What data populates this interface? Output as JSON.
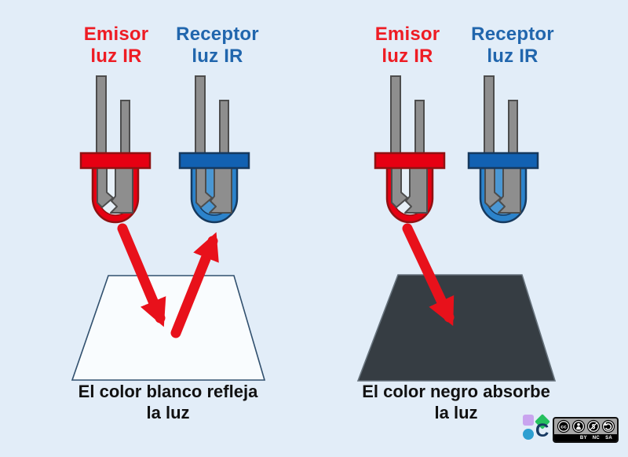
{
  "colors": {
    "background": "#e2edf8",
    "text_red": "#ee1c24",
    "text_blue": "#2166ad",
    "text_black": "#111111",
    "arrow_red": "#e8111b",
    "led_red": "#e60012",
    "led_red_stroke": "#8f1212",
    "led_red_interior": "#e7f0f8",
    "led_blue_flange": "#1261b2",
    "led_blue_dome": "#2c83cb",
    "led_blue_interior": "#4a97d3",
    "led_blue_stroke": "#16395e",
    "led_leg_gray": "#8e8e8e",
    "led_leg_stroke": "#4d4d4d",
    "surface_white_fill": "#f9fcfe",
    "surface_white_stroke": "#31506e",
    "surface_black_fill": "#363d43",
    "surface_black_stroke": "#66727c",
    "logo_purple": "#c9a4ef",
    "logo_green": "#25c05f",
    "logo_blue": "#2d9fd1",
    "logo_navy": "#173a63"
  },
  "panels": [
    {
      "emitter": {
        "line1": "Emisor",
        "line2": "luz IR"
      },
      "receiver": {
        "line1": "Receptor",
        "line2": "luz IR"
      },
      "caption": {
        "line1": "El color blanco refleja",
        "line2": "la luz"
      }
    },
    {
      "emitter": {
        "line1": "Emisor",
        "line2": "luz IR"
      },
      "receiver": {
        "line1": "Receptor",
        "line2": "luz IR"
      },
      "caption": {
        "line1": "El color negro absorbe",
        "line2": "la luz"
      }
    }
  ],
  "license": {
    "cc_small": "cc",
    "badges": [
      "BY",
      "NC",
      "SA"
    ]
  },
  "logo": {
    "letter": "C"
  }
}
